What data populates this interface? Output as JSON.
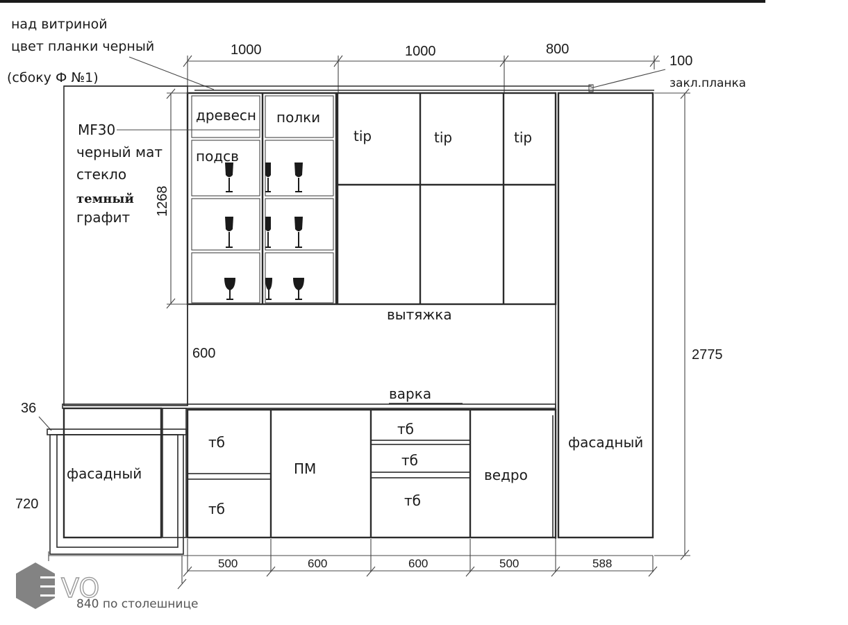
{
  "notes": {
    "line1": "над витриной",
    "line2": "цвет планки черный",
    "line3": "(сбоку Ф №1)",
    "material_code": "MF30",
    "material_finish": "черный мат",
    "material_glass": "стекло",
    "material_tone": "темный",
    "material_color": "графит",
    "end_panel_size": "100",
    "end_panel_label": "закл.планка"
  },
  "dimensions": {
    "top_1": "1000",
    "top_2": "1000",
    "top_3": "800",
    "upper_height": "1268",
    "gap_height": "600",
    "total_height": "2775",
    "counter_thickness": "36",
    "base_height": "720",
    "bottom_1": "500",
    "bottom_2": "600",
    "bottom_3": "600",
    "bottom_4": "500",
    "bottom_5": "588",
    "island_width": "840 по столешнице"
  },
  "labels": {
    "shelf_wood": "древесн",
    "shelves": "полки",
    "lighting": "подсв",
    "tip_1": "tip",
    "tip_2": "tip",
    "tip_3": "tip",
    "hood": "вытяжка",
    "hob": "варка",
    "side_facade": "фасадный",
    "tall_facade": "фасадный",
    "drawer_1": "тб",
    "drawer_2": "тб",
    "dishwasher": "ПМ",
    "drawer_3": "тб",
    "drawer_4": "тб",
    "drawer_5": "тб",
    "bin": "ведро"
  },
  "watermark": {
    "text": "VO"
  }
}
